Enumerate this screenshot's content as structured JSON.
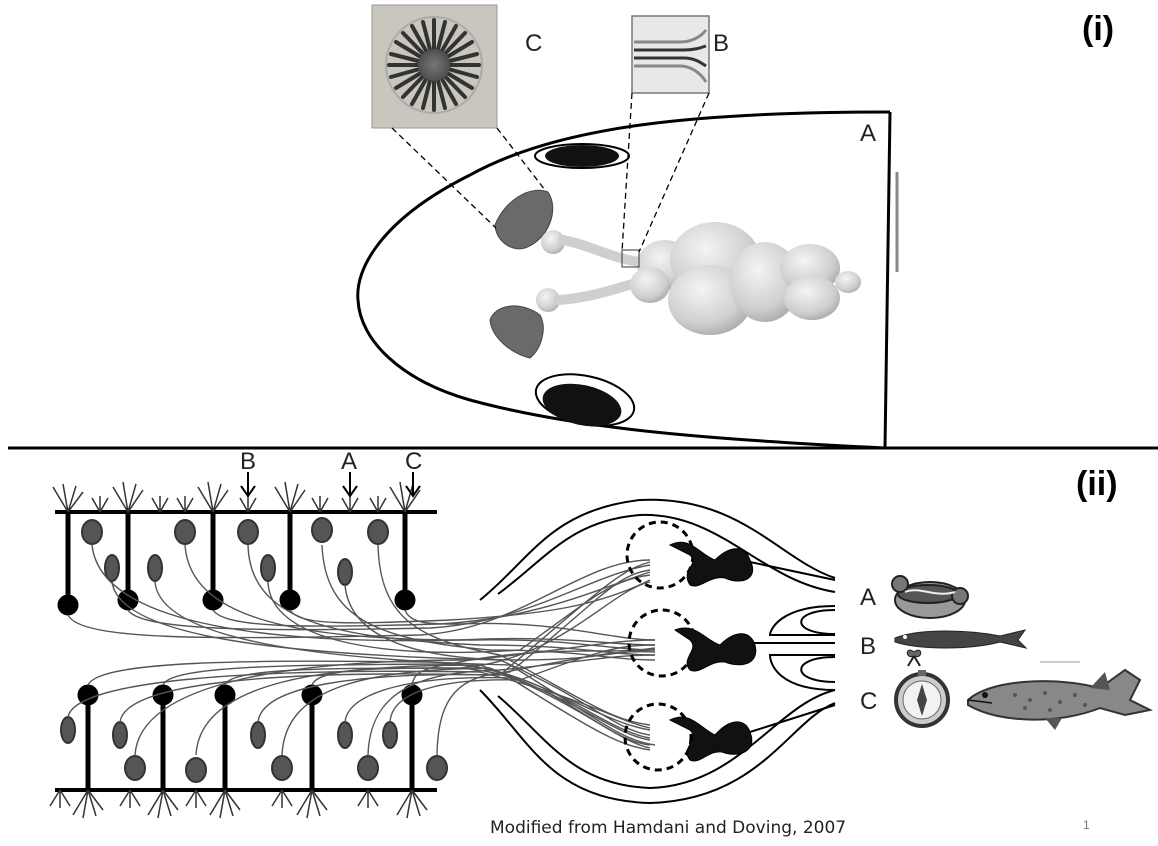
{
  "panels": {
    "top_label": "(i)",
    "bottom_label": "(ii)"
  },
  "panel_i": {
    "head_label": "A",
    "inset_c_label": "C",
    "inset_b_label": "B"
  },
  "panel_ii": {
    "arrow_labels": [
      "B",
      "A",
      "C"
    ],
    "glomerulus_labels": [
      "A",
      "B",
      "C"
    ],
    "stimulus_icons": [
      "food-icon",
      "fish-icon",
      "ribbon-icon",
      "compass-icon",
      "pike-fish-icon"
    ]
  },
  "footer": {
    "caption": "Modified from Hamdani and Doving, 2007",
    "page_number": "1"
  }
}
